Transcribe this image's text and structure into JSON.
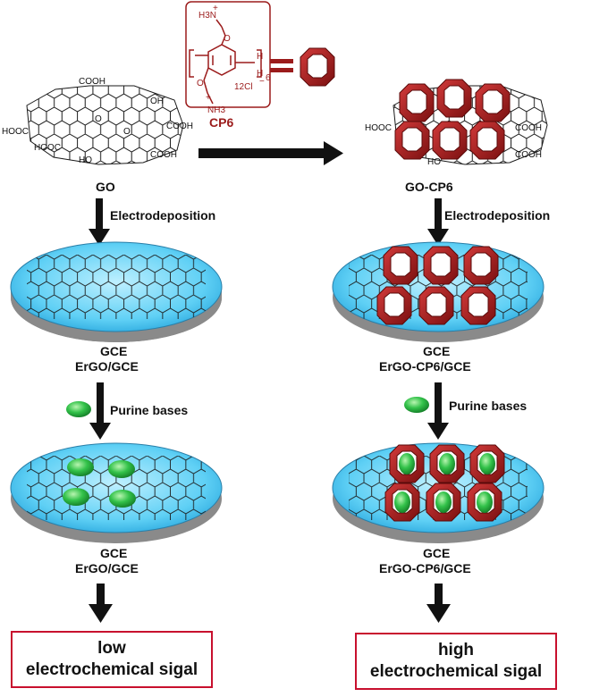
{
  "cp6": {
    "h3n": "H3N",
    "nh3": "NH3",
    "h1": "H",
    "h2": "H",
    "sub6": "6",
    "plus1": "+",
    "plus2": "+",
    "o1": "O",
    "o2": "O",
    "chloride": "12Cl",
    "minus": "−",
    "name": "CP6"
  },
  "go": {
    "cooh_top": "COOH",
    "oh_top": "OH",
    "hooc_left": "HOOC",
    "cooh_right": "COOH",
    "hooc_bottom": "HOOC",
    "ho_bottom": "HO",
    "cooh_bottom": "COOH",
    "o_center1": "O",
    "o_center2": "O",
    "label": "GO"
  },
  "gocp6": {
    "hooc": "HOOC",
    "cooh_top": "COOH",
    "cooh_bottom": "COOH",
    "ho": "HO",
    "label": "GO-CP6"
  },
  "steps": {
    "electro_left": "Electrodeposition",
    "electro_right": "Electrodeposition",
    "purine_left": "Purine bases",
    "purine_right": "Purine bases"
  },
  "electrodes": {
    "gce": "GCE",
    "ergo_gce_1": "ErGO/GCE",
    "ergo_cp6_gce_1": "ErGO-CP6/GCE",
    "ergo_gce_2": "ErGO/GCE",
    "ergo_cp6_gce_2": "ErGO-CP6/GCE"
  },
  "results": {
    "low_line1": "low",
    "low_line2": "electrochemical sigal",
    "high_line1": "high",
    "high_line2": "electrochemical sigal"
  },
  "colors": {
    "cp6_red": "#9b1b1b",
    "disc_blue": "#4fc3f0",
    "base_gray": "#8a8a8a",
    "purine_green": "#2fb845",
    "box_border": "#c8102e"
  }
}
